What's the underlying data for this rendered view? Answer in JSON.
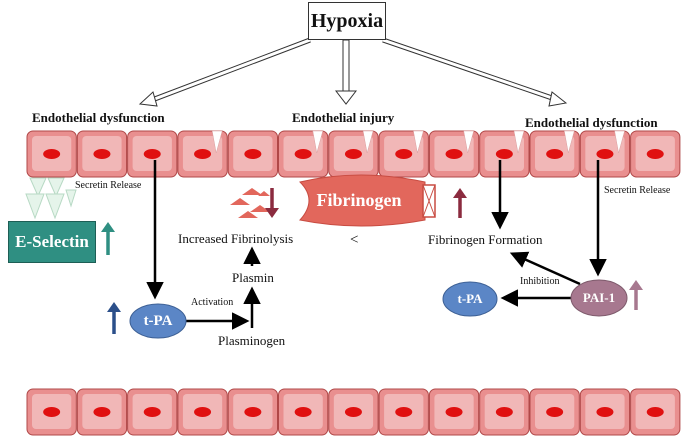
{
  "title": "Hypoxia",
  "labels": {
    "endothelial_dysfunction_left": "Endothelial dysfunction",
    "endothelial_injury": "Endothelial injury",
    "endothelial_dysfunction_right": "Endothelial dysfunction",
    "secretin_release_left": "Secretin Release",
    "secretin_release_right": "Secretin Release",
    "e_selectin": "E-Selectin",
    "fibrinogen": "Fibrinogen",
    "increased_fibrinolysis": "Increased Fibrinolysis",
    "less_than": "<",
    "fibrinogen_formation": "Fibrinogen Formation",
    "plasmin": "Plasmin",
    "activation": "Activation",
    "plasminogen": "Plasminogen",
    "inhibition": "Inhibition",
    "tpa_left": "t-PA",
    "tpa_right": "t-PA",
    "pai1": "PAI-1"
  },
  "colors": {
    "cell_fill": "#e98f8f",
    "cell_border": "#b04848",
    "cell_inner": "#f4c7c7",
    "nucleus": "#e01010",
    "e_selectin_fill": "#2f8f82",
    "fibrinogen_fill": "#e2675c",
    "tpa_fill": "#5b86c6",
    "pai1_fill": "#a7788f",
    "up_arrow_green": "#2f8f82",
    "up_arrow_blue": "#2b4f8a",
    "up_arrow_maroon": "#8b2b3f",
    "up_arrow_mauve": "#a7788f",
    "down_arrow_maroon": "#8b2b3f",
    "fragment_fill": "#e2675c"
  }
}
